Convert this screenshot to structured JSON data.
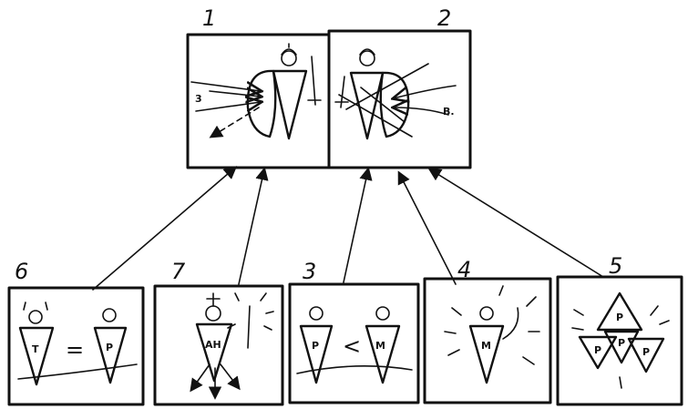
{
  "top_panels": [
    {
      "number": "1",
      "attacker_label": "3"
    },
    {
      "number": "2",
      "attacker_label": "B."
    }
  ],
  "bottom_panels": [
    {
      "number": "6",
      "left_label": "T",
      "relation": "=",
      "right_label": "P"
    },
    {
      "number": "7",
      "label": "AH"
    },
    {
      "number": "3",
      "left_label": "P",
      "relation": "<",
      "right_label": "M"
    },
    {
      "number": "4",
      "label": "M"
    },
    {
      "number": "5",
      "labels": [
        "P",
        "P",
        "P",
        "P"
      ]
    }
  ]
}
